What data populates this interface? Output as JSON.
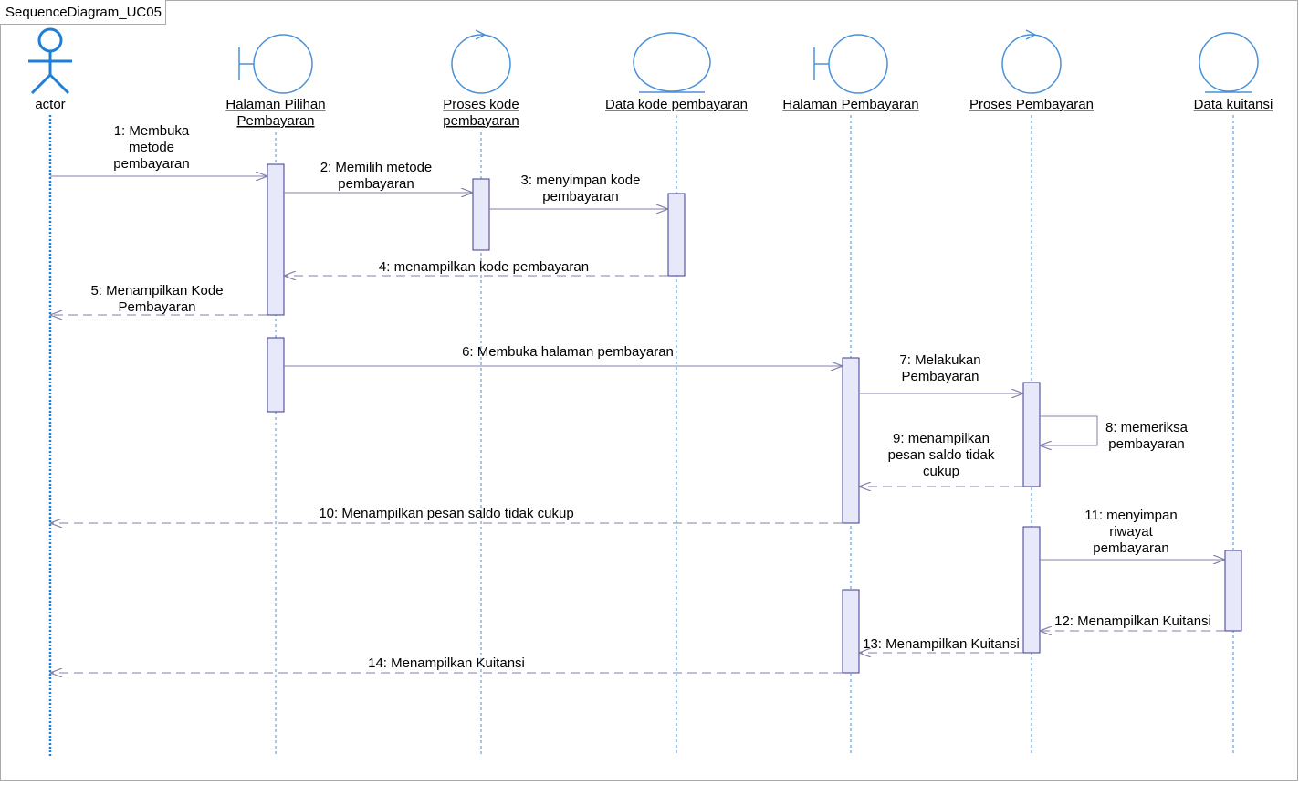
{
  "frame": {
    "label": "SequenceDiagram_UC05"
  },
  "colors": {
    "lifeline": "#4a90d9",
    "actor_lifeline": "#1f7fd6",
    "activation_fill": "#e8e8fb",
    "activation_stroke": "#3a3a8c",
    "arrow": "#8080a8",
    "frame_border": "#aaaaaa"
  },
  "lifelines": [
    {
      "id": "actor",
      "kind": "actor",
      "lines": [
        "actor"
      ]
    },
    {
      "id": "halaman-pilihan",
      "kind": "boundary",
      "lines": [
        "Halaman Pilihan",
        "Pembayaran"
      ]
    },
    {
      "id": "proses-kode",
      "kind": "control",
      "lines": [
        "Proses kode",
        "pembayaran"
      ]
    },
    {
      "id": "data-kode",
      "kind": "entity",
      "lines": [
        "Data kode pembayaran"
      ]
    },
    {
      "id": "halaman-pembayaran",
      "kind": "boundary",
      "lines": [
        "Halaman Pembayaran"
      ]
    },
    {
      "id": "proses-pembayaran",
      "kind": "control",
      "lines": [
        "Proses Pembayaran"
      ]
    },
    {
      "id": "data-kuitansi",
      "kind": "entity",
      "lines": [
        "Data kuitansi"
      ]
    }
  ],
  "messages": [
    {
      "lines": [
        "1: Membuka",
        "metode",
        "pembayaran"
      ],
      "from": "actor",
      "to": "halaman-pilihan",
      "type": "call"
    },
    {
      "lines": [
        "2: Memilih metode",
        "pembayaran"
      ],
      "from": "halaman-pilihan",
      "to": "proses-kode",
      "type": "call"
    },
    {
      "lines": [
        "3: menyimpan kode",
        "pembayaran"
      ],
      "from": "proses-kode",
      "to": "data-kode",
      "type": "call"
    },
    {
      "lines": [
        "4: menampilkan kode pembayaran"
      ],
      "from": "data-kode",
      "to": "halaman-pilihan",
      "type": "return"
    },
    {
      "lines": [
        "5: Menampilkan Kode",
        "Pembayaran"
      ],
      "from": "halaman-pilihan",
      "to": "actor",
      "type": "return"
    },
    {
      "lines": [
        "6: Membuka halaman pembayaran"
      ],
      "from": "halaman-pilihan",
      "to": "halaman-pembayaran",
      "type": "call"
    },
    {
      "lines": [
        "7: Melakukan",
        "Pembayaran"
      ],
      "from": "halaman-pembayaran",
      "to": "proses-pembayaran",
      "type": "call"
    },
    {
      "lines": [
        "8: memeriksa",
        "pembayaran"
      ],
      "from": "proses-pembayaran",
      "to": "proses-pembayaran",
      "type": "self"
    },
    {
      "lines": [
        "9: menampilkan",
        "pesan saldo tidak",
        "cukup"
      ],
      "from": "proses-pembayaran",
      "to": "halaman-pembayaran",
      "type": "return"
    },
    {
      "lines": [
        "10: Menampilkan pesan saldo tidak cukup"
      ],
      "from": "halaman-pembayaran",
      "to": "actor",
      "type": "return"
    },
    {
      "lines": [
        "11: menyimpan",
        "riwayat",
        "pembayaran"
      ],
      "from": "proses-pembayaran",
      "to": "data-kuitansi",
      "type": "call"
    },
    {
      "lines": [
        "12: Menampilkan Kuitansi"
      ],
      "from": "data-kuitansi",
      "to": "proses-pembayaran",
      "type": "return"
    },
    {
      "lines": [
        "13: Menampilkan Kuitansi"
      ],
      "from": "proses-pembayaran",
      "to": "halaman-pembayaran",
      "type": "return"
    },
    {
      "lines": [
        "14: Menampilkan Kuitansi"
      ],
      "from": "halaman-pembayaran",
      "to": "actor",
      "type": "return"
    }
  ]
}
